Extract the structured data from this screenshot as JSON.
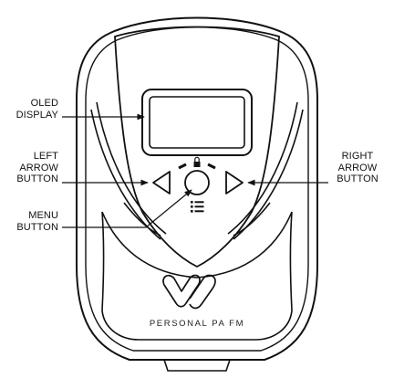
{
  "labels": {
    "oled_display": "OLED\nDISPLAY",
    "left_arrow_button": "LEFT\nARROW\nBUTTON",
    "menu_button": "MENU\nBUTTON",
    "right_arrow_button": "RIGHT\nARROW\nBUTTON"
  },
  "device": {
    "product_name": "PERSONAL PA FM",
    "logo": "williams-sound-logo"
  },
  "colors": {
    "stroke": "#111111",
    "background": "#ffffff"
  }
}
